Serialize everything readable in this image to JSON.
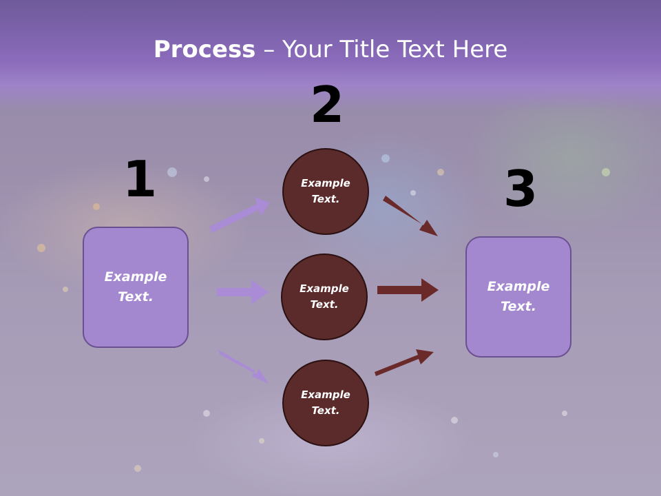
{
  "title": {
    "bold": "Process",
    "rest": " – Your Title Text Here"
  },
  "steps": [
    {
      "number": "1",
      "text": "Example\nText."
    },
    {
      "number": "2",
      "text": "Example\nText."
    },
    {
      "number": "3",
      "text": "Example\nText."
    }
  ],
  "middle": [
    {
      "text": "Example\nText."
    },
    {
      "text": "Example\nText."
    },
    {
      "text": "Example\nText."
    }
  ],
  "colors": {
    "box_fill": "#a387cf",
    "circle_fill": "#5b2a2a",
    "left_arrow": "#a98bd6",
    "right_arrow": "#6b2a2a",
    "title_band": "#8a6bbb"
  }
}
